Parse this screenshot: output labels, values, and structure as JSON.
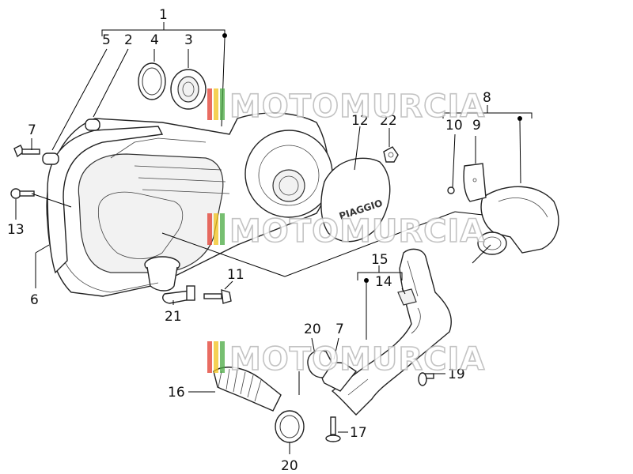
{
  "labels": {
    "l1": "1",
    "l2": "2",
    "l3": "3",
    "l4": "4",
    "l5": "5",
    "l6": "6",
    "l7a": "7",
    "l7b": "7",
    "l8": "8",
    "l9": "9",
    "l10": "10",
    "l11": "11",
    "l12": "12",
    "l13": "13",
    "l14": "14",
    "l15": "15",
    "l16": "16",
    "l17": "17",
    "l19": "19",
    "l20a": "20",
    "l20b": "20",
    "l21": "21",
    "l22": "22"
  },
  "cover_brand": "PIAGGIO",
  "watermark": {
    "text": "MOTOMURCIA",
    "stripe_colors": [
      "#e23b2e",
      "#f1c21b",
      "#49a942"
    ],
    "outline_color": "#b9b9b9"
  }
}
